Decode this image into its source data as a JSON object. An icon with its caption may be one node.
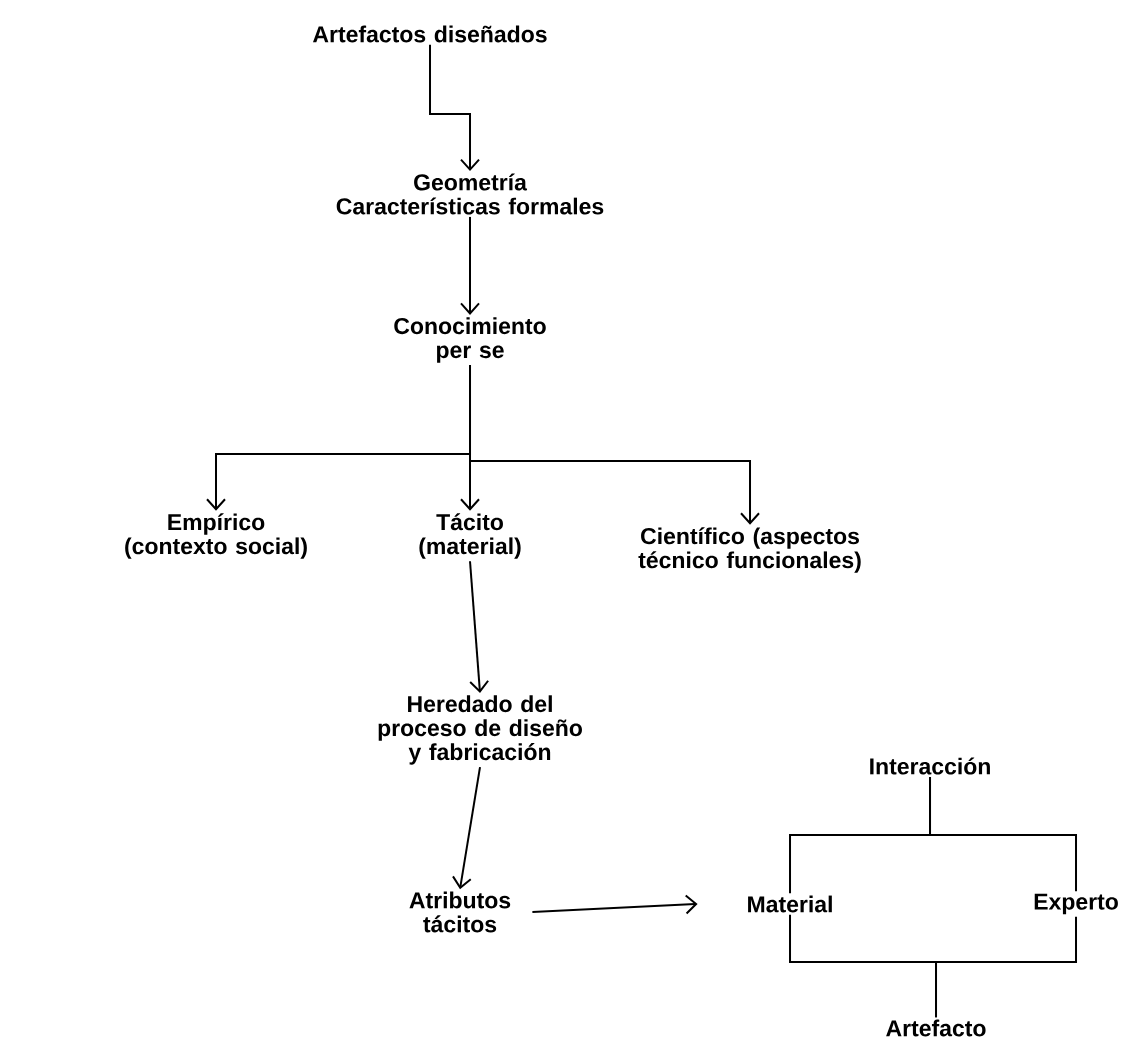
{
  "diagram": {
    "nodes": [
      {
        "text": [
          "Artefactos diseñados"
        ]
      },
      {
        "text": [
          "Geometría Características formales"
        ]
      },
      {
        "text": [
          "Conocimiento per se"
        ]
      },
      {
        "text": [
          "Empírico (contexto social)"
        ]
      },
      {
        "text": [
          "Tácito (material)"
        ]
      },
      {
        "text": [
          "Científico (aspectos técnico funcionales)"
        ]
      },
      {
        "text": [
          "Heredado del proceso de diseño y fabricación"
        ]
      },
      {
        "text": [
          "Atributos tácitos"
        ]
      },
      {
        "text": [
          "Interacción"
        ]
      },
      {
        "text": [
          "Material"
        ]
      },
      {
        "text": [
          "Experto"
        ]
      },
      {
        "text": [
          "Artefacto"
        ]
      }
    ],
    "edges": [
      {
        "from": 0,
        "to": 1,
        "arrow": "to"
      },
      {
        "from": 1,
        "to": 2,
        "arrow": "to"
      },
      {
        "from": 2,
        "to": 3,
        "arrow": "to"
      },
      {
        "from": 2,
        "to": 4,
        "arrow": "to"
      },
      {
        "from": 2,
        "to": 5,
        "arrow": "to"
      },
      {
        "from": 4,
        "to": 6,
        "arrow": "to"
      },
      {
        "from": 6,
        "to": 7,
        "arrow": "to"
      },
      {
        "from": 7,
        "to": 9,
        "arrow": "to"
      },
      {
        "from": 8,
        "to": 9,
        "arrow": "none"
      },
      {
        "from": 8,
        "to": 10,
        "arrow": "none"
      },
      {
        "from": 11,
        "to": 9,
        "arrow": "none"
      },
      {
        "from": 11,
        "to": 10,
        "arrow": "none"
      }
    ]
  }
}
